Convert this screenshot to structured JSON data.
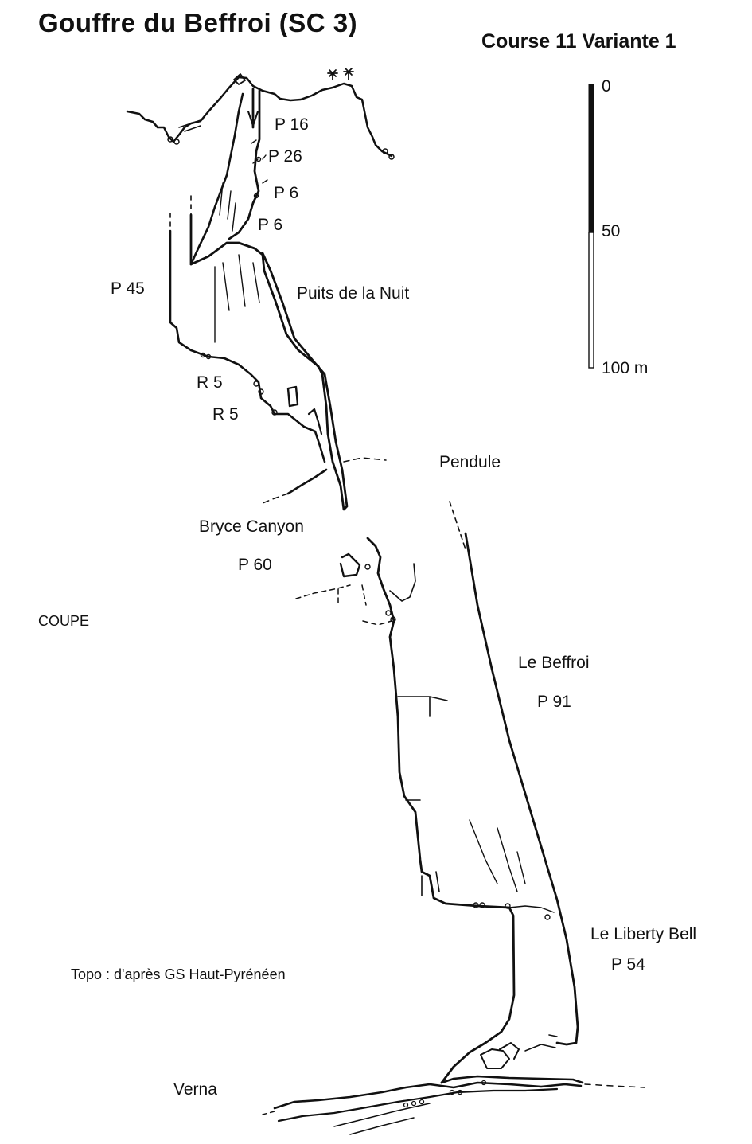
{
  "title": "Gouffre du Beffroi (SC 3)",
  "subtitle": "Course 11   Variante 1",
  "section_label": "COUPE",
  "credit": "Topo : d'après GS Haut-Pyrénéen",
  "scale": {
    "ticks": [
      "0",
      "50",
      "100 m"
    ]
  },
  "labels": {
    "p16": "P 16",
    "p26": "P 26",
    "p6a": "P 6",
    "p6b": "P 6",
    "p45": "P 45",
    "puits": "Puits de la Nuit",
    "r5a": "R 5",
    "r5b": "R 5",
    "pendule": "Pendule",
    "bryce": "Bryce Canyon",
    "p60": "P 60",
    "beffroi": "Le Beffroi",
    "p91": "P 91",
    "liberty": "Le Liberty Bell",
    "p54": "P 54",
    "verna": "Verna"
  }
}
